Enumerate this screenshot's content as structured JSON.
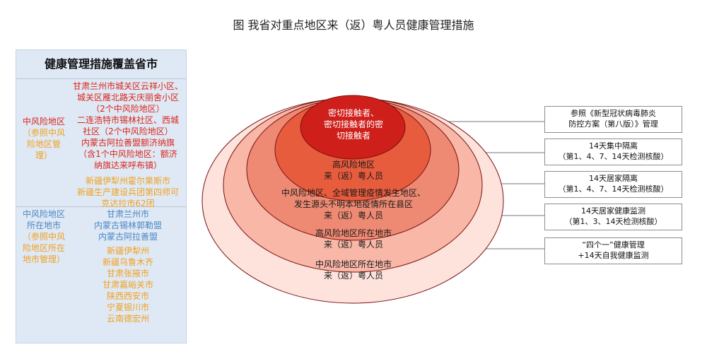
{
  "title": "图  我省对重点地区来（返）粤人员健康管理措施",
  "table": {
    "header": "健康管理措施覆盖省市",
    "section1": {
      "label_red": "中风险地区",
      "label_orange": "（参照中风险地区管理）",
      "values_red": [
        "甘肃兰州市城关区云祥小区、",
        "城关区雁北路天庆丽舍小区",
        "（2个中风险地区）",
        "二连浩特市锡林社区、西城",
        "社区（2个中风险地区）",
        "内蒙古阿拉善盟额济纳旗",
        "（含1个中风险地区：额济",
        "纳旗达来呼布镇）"
      ],
      "values_orange": [
        "新疆伊犁州霍尔果斯市",
        "新疆生产建设兵团第四师可",
        "克达拉市62团"
      ]
    },
    "section2": {
      "label_blue": "中风险地区所在地市",
      "label_orange": "（参照中风险地区所在地市管理）",
      "values_blue": [
        "甘肃兰州市",
        "内蒙古锡林郭勒盟",
        "内蒙古阿拉善盟"
      ],
      "values_orange": [
        "新疆伊犁州",
        "新疆乌鲁木齐",
        "甘肃张掖市",
        "甘肃嘉峪关市",
        "陕西西安市",
        "宁夏银川市",
        "云南德宏州"
      ]
    }
  },
  "rings": [
    {
      "lines": [
        "中风险地区所在地市",
        "来（返）粤人员"
      ],
      "color": "#fde3dc"
    },
    {
      "lines": [
        "高风险地区所在地市",
        "来（返）粤人员"
      ],
      "color": "#f8b7a7"
    },
    {
      "lines": [
        "中风险地区、全域管理疫情发生地区、",
        "发生源头不明本地疫情所在县区",
        "来（返）粤人员"
      ],
      "color": "#ee8a73"
    },
    {
      "lines": [
        "高风险地区",
        "来（返）粤人员"
      ],
      "color": "#e85c3e"
    },
    {
      "lines": [
        "密切接触者、",
        "密切接触者的密",
        "切接触者"
      ],
      "color": "#cf1f1a"
    }
  ],
  "measures": [
    {
      "lines": [
        "参照《新型冠状病毒肺炎",
        "防控方案（第八版）》管理"
      ]
    },
    {
      "lines": [
        "14天集中隔离",
        "（第1、4、7、14天检测核酸）"
      ]
    },
    {
      "lines": [
        "14天居家隔离",
        "（第1、4、7、14天检测核酸）"
      ]
    },
    {
      "lines": [
        "14天居家健康监测",
        "（第1、3、14天检测核酸）"
      ]
    },
    {
      "lines": [
        "“四个一”健康管理",
        "+14天自我健康监测"
      ]
    }
  ],
  "ring_outline": "#7a1010"
}
